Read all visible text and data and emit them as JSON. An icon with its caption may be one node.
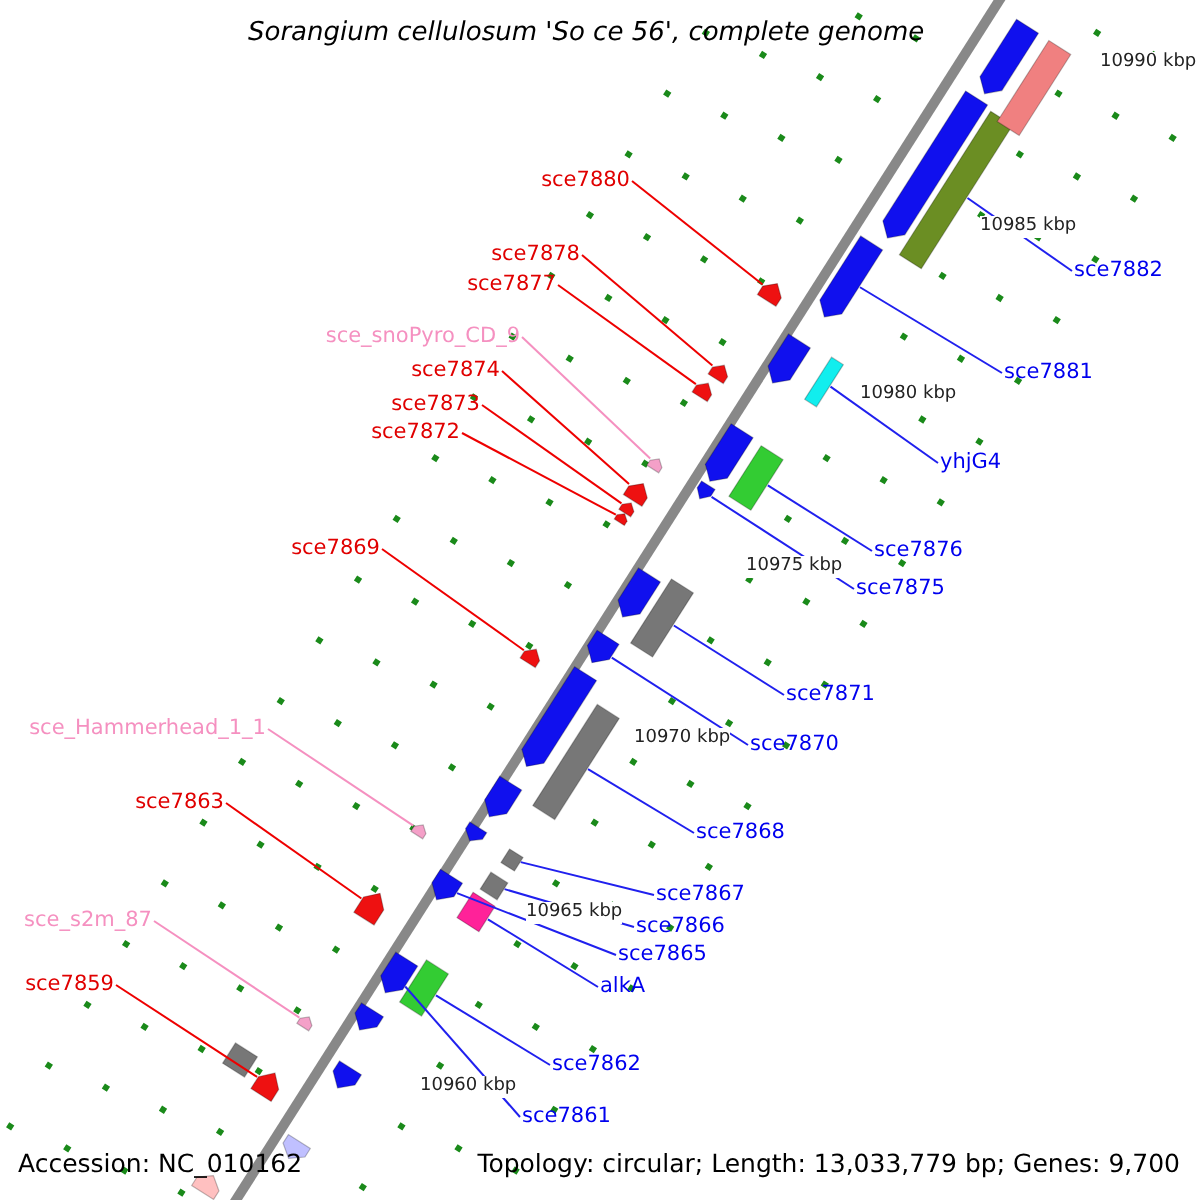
{
  "diagram": {
    "title": "Sorangium cellulosum 'So ce 56', complete genome",
    "nodes": [
      {
        "text": [
          "sce7880"
        ]
      },
      {
        "text": [
          "sce7878"
        ]
      },
      {
        "text": [
          "sce7877"
        ]
      },
      {
        "text": [
          "sce_snoPyro_CD_9"
        ]
      },
      {
        "text": [
          "sce7874"
        ]
      },
      {
        "text": [
          "sce7873"
        ]
      },
      {
        "text": [
          "sce7872"
        ]
      },
      {
        "text": [
          "sce7869"
        ]
      },
      {
        "text": [
          "sce_Hammerhead_1_1"
        ]
      },
      {
        "text": [
          "sce7863"
        ]
      },
      {
        "text": [
          "sce_s2m_87"
        ]
      },
      {
        "text": [
          "sce7859"
        ]
      },
      {
        "text": [
          "sce7882"
        ]
      },
      {
        "text": [
          "sce7881"
        ]
      },
      {
        "text": [
          "yhjG4"
        ]
      },
      {
        "text": [
          "sce7876"
        ]
      },
      {
        "text": [
          "sce7875"
        ]
      },
      {
        "text": [
          "sce7871"
        ]
      },
      {
        "text": [
          "sce7870"
        ]
      },
      {
        "text": [
          "sce7868"
        ]
      },
      {
        "text": [
          "sce7867"
        ]
      },
      {
        "text": [
          "sce7866"
        ]
      },
      {
        "text": [
          "sce7865"
        ]
      },
      {
        "text": [
          "alkA"
        ]
      },
      {
        "text": [
          "sce7862"
        ]
      },
      {
        "text": [
          "sce7861"
        ]
      },
      {
        "text": [],
        "shape": "arrow"
      },
      {
        "text": [],
        "shape": "arrow"
      },
      {
        "text": [],
        "shape": "arrow"
      },
      {
        "text": [],
        "shape": "arrow"
      },
      {
        "text": [],
        "shape": "arrow"
      },
      {
        "text": [],
        "shape": "arrow"
      },
      {
        "text": [],
        "shape": "arrow"
      },
      {
        "text": [],
        "shape": "arrow"
      },
      {
        "text": [],
        "shape": "arrow"
      },
      {
        "text": [],
        "shape": "arrow"
      },
      {
        "text": [],
        "shape": "arrow"
      },
      {
        "text": [],
        "shape": "arrow"
      },
      {
        "text": [],
        "shape": "bar"
      },
      {
        "text": [],
        "shape": "arrow"
      },
      {
        "text": [],
        "shape": "bar"
      },
      {
        "text": [],
        "shape": "bar"
      },
      {
        "text": [],
        "shape": "arrow"
      },
      {
        "text": [],
        "shape": "bar"
      },
      {
        "text": [],
        "shape": "arrow"
      },
      {
        "text": [],
        "shape": "bar"
      },
      {
        "text": [],
        "shape": "bar"
      },
      {
        "text": [],
        "shape": "bar"
      },
      {
        "text": [],
        "shape": "arrow"
      },
      {
        "text": [],
        "shape": "bar"
      },
      {
        "text": [],
        "shape": "bar"
      },
      {
        "text": [],
        "shape": "arrow"
      },
      {
        "text": [],
        "shape": "arrow"
      },
      {
        "text": [],
        "shape": "arrow"
      },
      {
        "text": [],
        "shape": "bar"
      },
      {
        "text": [],
        "shape": "arrow"
      },
      {
        "text": [],
        "shape": "arrow"
      },
      {
        "text": [],
        "shape": "arrow"
      },
      {
        "text": [],
        "shape": "arrow"
      },
      {
        "text": [],
        "shape": "arrow"
      },
      {
        "text": [],
        "shape": "arrow"
      },
      {
        "text": [],
        "shape": "arrow"
      },
      {
        "text": [],
        "shape": "arrow"
      },
      {
        "text": [],
        "shape": "arrow"
      },
      {
        "text": [],
        "shape": "bar"
      },
      {
        "text": [],
        "shape": "arrow"
      }
    ],
    "edges": [
      {
        "from": 0,
        "to": 26,
        "arrow": "none",
        "color": "#ee0000"
      },
      {
        "from": 1,
        "to": 27,
        "arrow": "none",
        "color": "#ee0000"
      },
      {
        "from": 2,
        "to": 28,
        "arrow": "none",
        "color": "#ee0000"
      },
      {
        "from": 3,
        "to": 29,
        "arrow": "none",
        "color": "#f590c0"
      },
      {
        "from": 4,
        "to": 30,
        "arrow": "none",
        "color": "#ee0000"
      },
      {
        "from": 5,
        "to": 31,
        "arrow": "none",
        "color": "#ee0000"
      },
      {
        "from": 6,
        "to": 32,
        "arrow": "none",
        "color": "#ee0000"
      },
      {
        "from": 7,
        "to": 33,
        "arrow": "none",
        "color": "#ee0000"
      },
      {
        "from": 8,
        "to": 34,
        "arrow": "none",
        "color": "#f590c0"
      },
      {
        "from": 9,
        "to": 35,
        "arrow": "none",
        "color": "#ee0000"
      },
      {
        "from": 10,
        "to": 36,
        "arrow": "none",
        "color": "#f590c0"
      },
      {
        "from": 11,
        "to": 37,
        "arrow": "none",
        "color": "#ee0000"
      },
      {
        "from": 12,
        "to": 38,
        "arrow": "none"
      },
      {
        "from": 13,
        "to": 39,
        "arrow": "none"
      },
      {
        "from": 14,
        "to": 40,
        "arrow": "none"
      },
      {
        "from": 15,
        "to": 41,
        "arrow": "none"
      },
      {
        "from": 16,
        "to": 42,
        "arrow": "none"
      },
      {
        "from": 17,
        "to": 43,
        "arrow": "none"
      },
      {
        "from": 18,
        "to": 44,
        "arrow": "none"
      },
      {
        "from": 19,
        "to": 45,
        "arrow": "none"
      },
      {
        "from": 20,
        "to": 46,
        "arrow": "none"
      },
      {
        "from": 21,
        "to": 47,
        "arrow": "none"
      },
      {
        "from": 22,
        "to": 48,
        "arrow": "none"
      },
      {
        "from": 23,
        "to": 49,
        "arrow": "none"
      },
      {
        "from": 24,
        "to": 50,
        "arrow": "none"
      },
      {
        "from": 25,
        "to": 51,
        "arrow": "none"
      }
    ],
    "labels": [
      "10990 kbp",
      "10985 kbp",
      "10980 kbp",
      "10975 kbp",
      "10970 kbp",
      "10965 kbp",
      "10960 kbp",
      "Accession: NC_010162",
      "Topology: circular; Length: 13,033,779 bp; Genes: 9,700"
    ]
  }
}
